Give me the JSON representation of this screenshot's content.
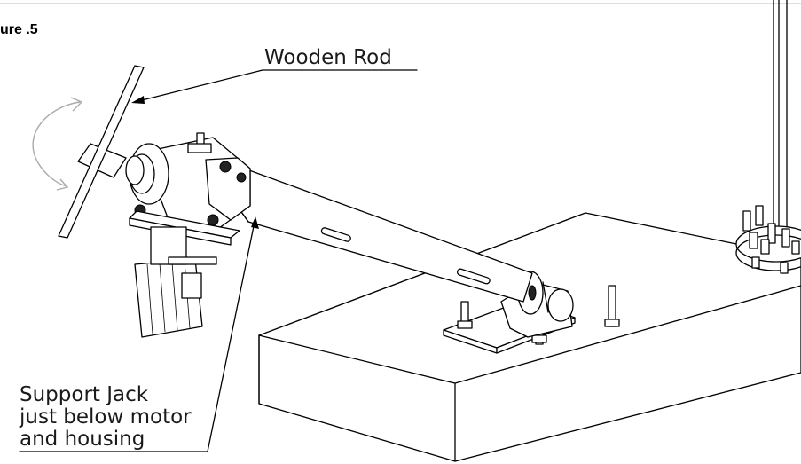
{
  "figure_label": "ure .5",
  "labels": {
    "wooden_rod": "Wooden Rod",
    "support_jack_line1": "Support Jack",
    "support_jack_line2": "just below motor",
    "support_jack_line3": "and housing"
  }
}
